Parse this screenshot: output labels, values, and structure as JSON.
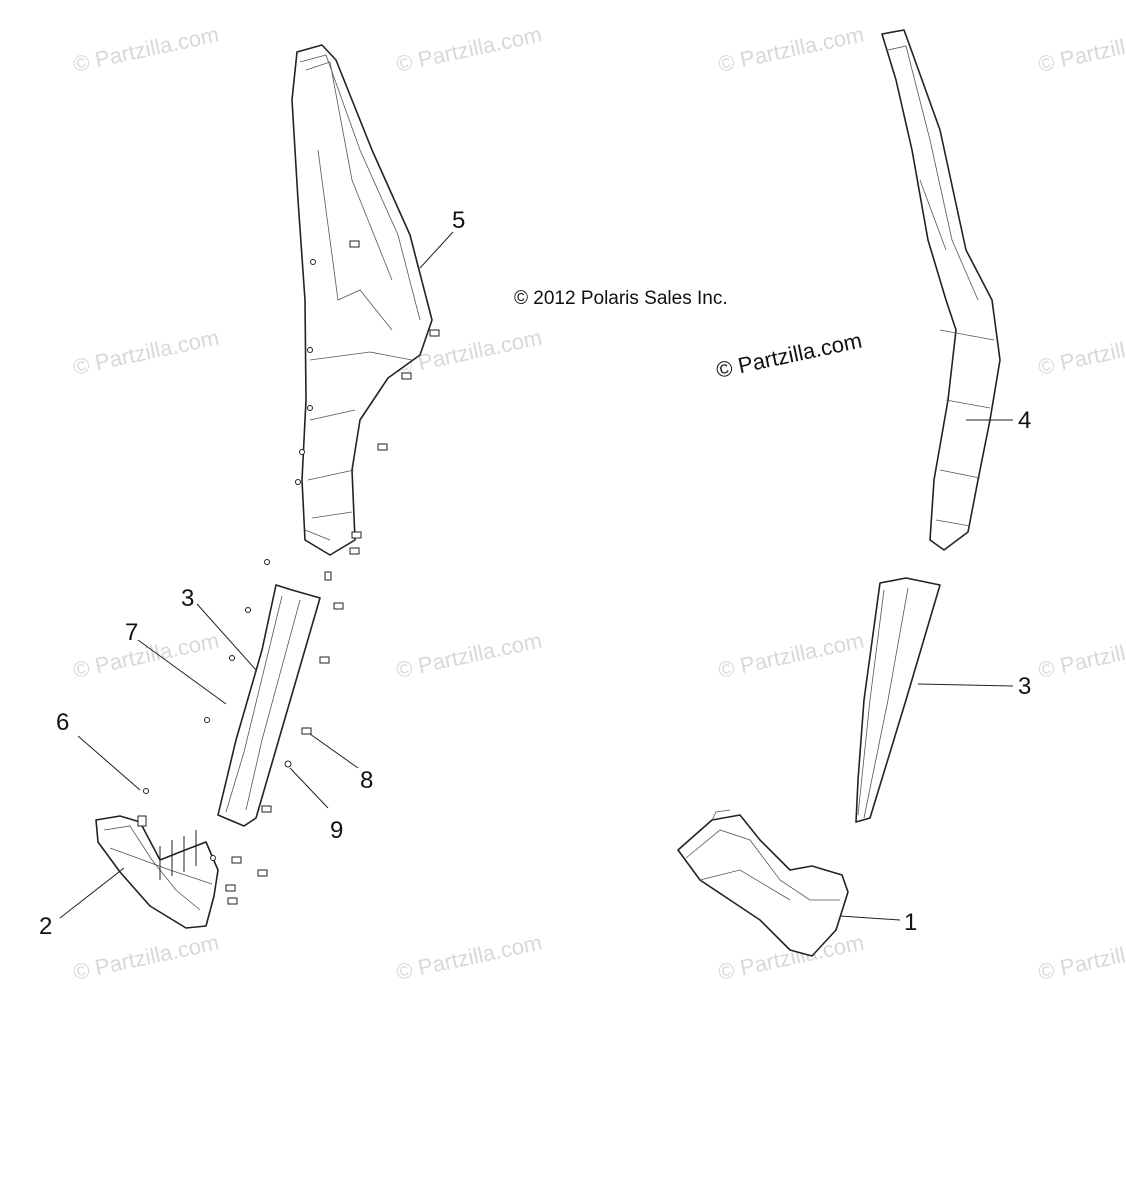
{
  "copyright": "© 2012 Polaris Sales Inc.",
  "brand": "© Partzilla.com",
  "watermark": "© Partzilla.com",
  "callouts": [
    "5",
    "4",
    "3",
    "7",
    "6",
    "8",
    "9",
    "2",
    "3",
    "1"
  ],
  "colors": {
    "ink": "#222222",
    "watermark": "#d8d8d8",
    "background": "#ffffff"
  }
}
